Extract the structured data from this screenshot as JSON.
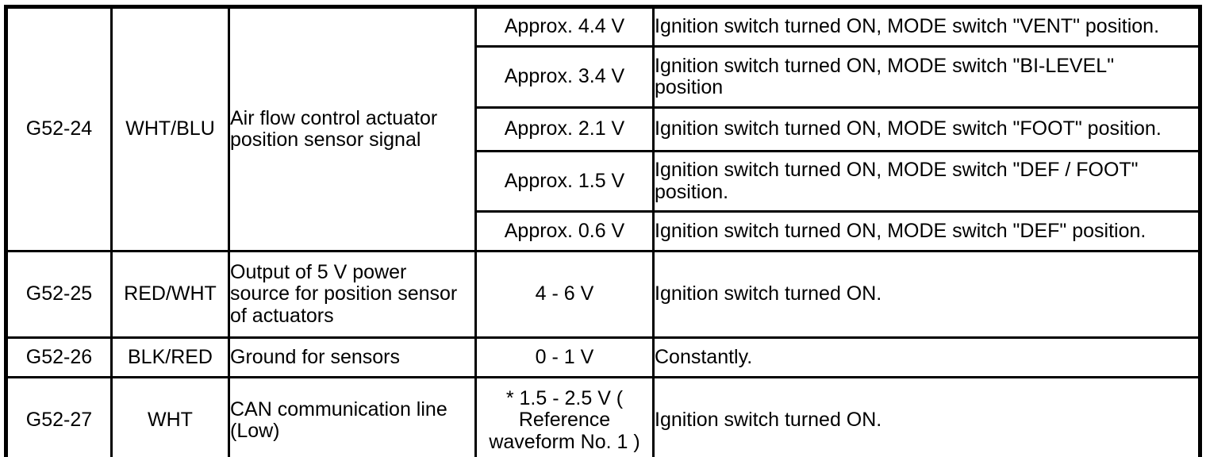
{
  "colors": {
    "background": "#ffffff",
    "border": "#000000",
    "text": "#000000"
  },
  "table": {
    "rows": [
      {
        "terminal": "G52-24",
        "wire_color": "WHT/BLU",
        "description": "Air flow control actuator position sensor signal",
        "measurements": [
          {
            "voltage": "Approx. 4.4 V",
            "condition": "Ignition switch turned ON, MODE switch \"VENT\" position."
          },
          {
            "voltage": "Approx. 3.4 V",
            "condition": "Ignition switch turned ON, MODE switch \"BI-LEVEL\" position"
          },
          {
            "voltage": "Approx. 2.1 V",
            "condition": "Ignition switch turned ON, MODE switch \"FOOT\" position."
          },
          {
            "voltage": "Approx. 1.5 V",
            "condition": "Ignition switch turned ON, MODE switch \"DEF / FOOT\" position."
          },
          {
            "voltage": "Approx. 0.6 V",
            "condition": "Ignition switch turned ON, MODE switch \"DEF\" position."
          }
        ]
      },
      {
        "terminal": "G52-25",
        "wire_color": "RED/WHT",
        "description": "Output of 5 V power source for position sensor of actuators",
        "measurements": [
          {
            "voltage": "4 - 6 V",
            "condition": "Ignition switch turned ON."
          }
        ]
      },
      {
        "terminal": "G52-26",
        "wire_color": "BLK/RED",
        "description": "Ground for sensors",
        "measurements": [
          {
            "voltage": "0 - 1 V",
            "condition": "Constantly."
          }
        ]
      },
      {
        "terminal": "G52-27",
        "wire_color": "WHT",
        "description": "CAN communication line (Low)",
        "measurements": [
          {
            "voltage": "* 1.5 - 2.5 V ( Reference waveform No. 1 )",
            "condition": "Ignition switch turned ON."
          }
        ]
      }
    ]
  }
}
